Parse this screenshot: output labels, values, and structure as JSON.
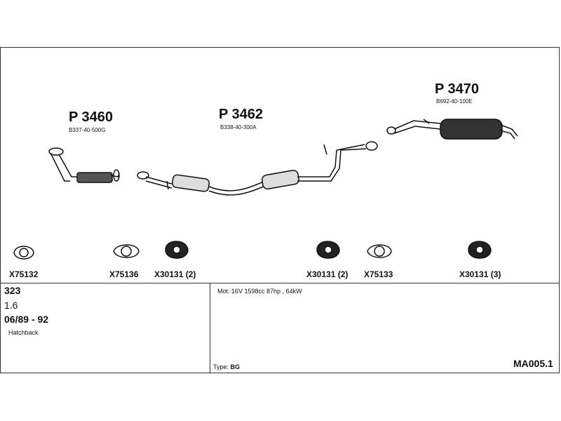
{
  "parts": {
    "front_pipe": {
      "number": "P 3460",
      "ref": "B337-40-500G"
    },
    "middle_section": {
      "number": "P 3462",
      "ref": "B338-40-300A"
    },
    "rear_silencer": {
      "number": "P 3470",
      "ref": "B692-40-100E"
    }
  },
  "fittings": [
    {
      "code": "X75132",
      "icon": "gasket-icon"
    },
    {
      "code": "X75136",
      "icon": "gasket-icon"
    },
    {
      "code": "X30131 (2)",
      "icon": "rubber-hanger-icon"
    },
    {
      "code": "X30131 (2)",
      "icon": "rubber-hanger-icon"
    },
    {
      "code": "X75133",
      "icon": "gasket-icon"
    },
    {
      "code": "X30131 (3)",
      "icon": "rubber-hanger-icon"
    }
  ],
  "vehicle": {
    "model": "323",
    "engine_size": "1.6",
    "years": "06/89 - 92",
    "body": "Hatchback"
  },
  "engine_info": "Mot. 16V 1598cc 87hp , 64kW",
  "type": {
    "label": "Type:",
    "value": "BG"
  },
  "diagram_code": "MA005.1"
}
